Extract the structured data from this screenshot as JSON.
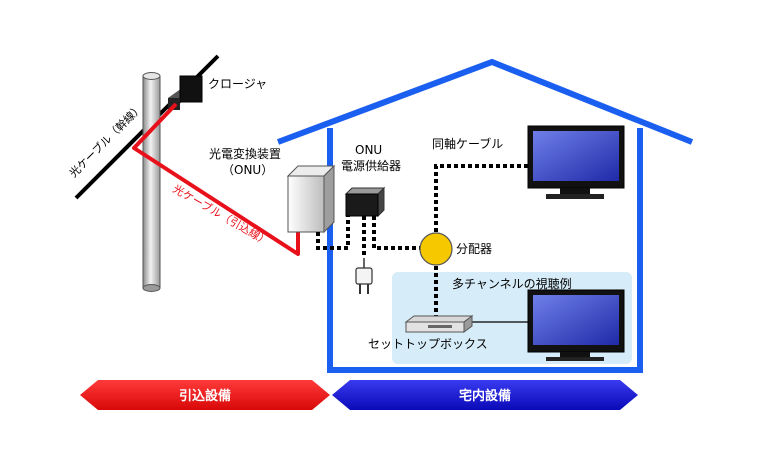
{
  "labels": {
    "closure": "クロージャ",
    "trunk_cable": "光ケーブル（幹線）",
    "onu": [
      "光電変換装置",
      "（ONU）"
    ],
    "drop_cable": "光ケーブル（引込線）",
    "onu_power": [
      "ONU",
      "電源供給器"
    ],
    "coax_cable": "同軸ケーブル",
    "splitter": "分配器",
    "multichannel": "多チャンネルの視聴例",
    "settop_box": "セットトップボックス"
  },
  "banners": {
    "drop_in_equipment": "引込設備",
    "in_home_equipment": "宅内設備"
  },
  "colors": {
    "house_outline": "#1a5ff0",
    "fiber_drop": "#e8101a",
    "banner_red": "#ee1111",
    "banner_blue": "#1010d8",
    "splitter": "#f5c800",
    "multichannel_panel": "#d6ecf8",
    "tv_screen": "#2f38c8"
  },
  "icons": [
    "utility-pole-icon",
    "closure-box-icon",
    "onu-box-icon",
    "power-supply-icon",
    "power-plug-icon",
    "splitter-icon",
    "tv-icon",
    "settop-box-icon"
  ]
}
